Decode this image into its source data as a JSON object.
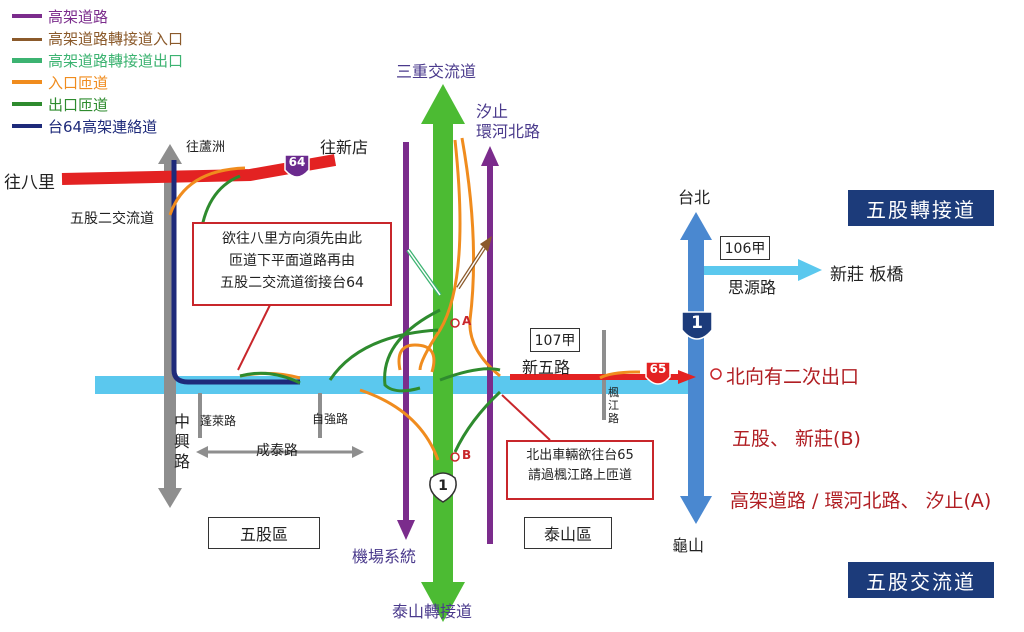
{
  "legend": [
    {
      "label": "高架道路",
      "color": "#7b2c8c",
      "style": "solid"
    },
    {
      "label": "高架道路轉接道入口",
      "color": "#8b5a2b",
      "style": "double"
    },
    {
      "label": "高架道路轉接道出口",
      "color": "#3cb371",
      "style": "double"
    },
    {
      "label": "入口匝道",
      "color": "#f08c1e",
      "style": "solid"
    },
    {
      "label": "出口匝道",
      "color": "#2e8b2e",
      "style": "solid"
    },
    {
      "label": "台64高架連絡道",
      "color": "#1e2a7a",
      "style": "solid"
    }
  ],
  "places": {
    "sanchong": "三重交流道",
    "xizhi": "汐止",
    "huanhe": "環河北路",
    "bali": "往八里",
    "luzhou": "往蘆洲",
    "xindian": "往新店",
    "wugu_second": "五股二交流道",
    "taipei": "台北",
    "siyuan": "思源路",
    "xinzhuang_banqiao": "新莊 板橋",
    "xinwu": "新五路",
    "fengjiang": "楓江路",
    "penglai": "蓬萊路",
    "zijiang": "自強路",
    "chengtai": "成泰路",
    "zhongxing": "中興路",
    "airport": "機場系統",
    "taishan_interchange": "泰山轉接道",
    "guishan": "龜山"
  },
  "points": {
    "a": "A",
    "b": "B"
  },
  "districts": {
    "wugu": "五股區",
    "taishan": "泰山區"
  },
  "route_shields": {
    "r64": "64",
    "r65": "65",
    "r1_blue": "1",
    "r1_white": "1",
    "r106": "106甲",
    "r107": "107甲"
  },
  "notes": {
    "bali_line1": "欲往八里方向須先由此",
    "bali_line2": "匝道下平面道路再由",
    "bali_line3": "五股二交流道銜接台64",
    "north_line1": "北出車輛欲往台65",
    "north_line2": "請過楓江路上匝道"
  },
  "exits": {
    "north_two": "北向有二次出口",
    "b_label": "五股、 新莊(B)",
    "a_label": "高架道路 / 環河北路、 汐止(A)"
  },
  "headings": {
    "transfer": "五股轉接道",
    "interchange": "五股交流道"
  },
  "colors": {
    "freeway_green": "#4cbb33",
    "viaduct_purple": "#7b2c8c",
    "surface_blue": "#5bc8ee",
    "route_blue": "#4a88d0",
    "red_road": "#e32222",
    "orange_ramp": "#f08c1e",
    "exit_green": "#2e8b2e",
    "navy_link": "#1e2a7a",
    "heading_navy": "#1c3b7a",
    "note_red": "#c8262b"
  }
}
